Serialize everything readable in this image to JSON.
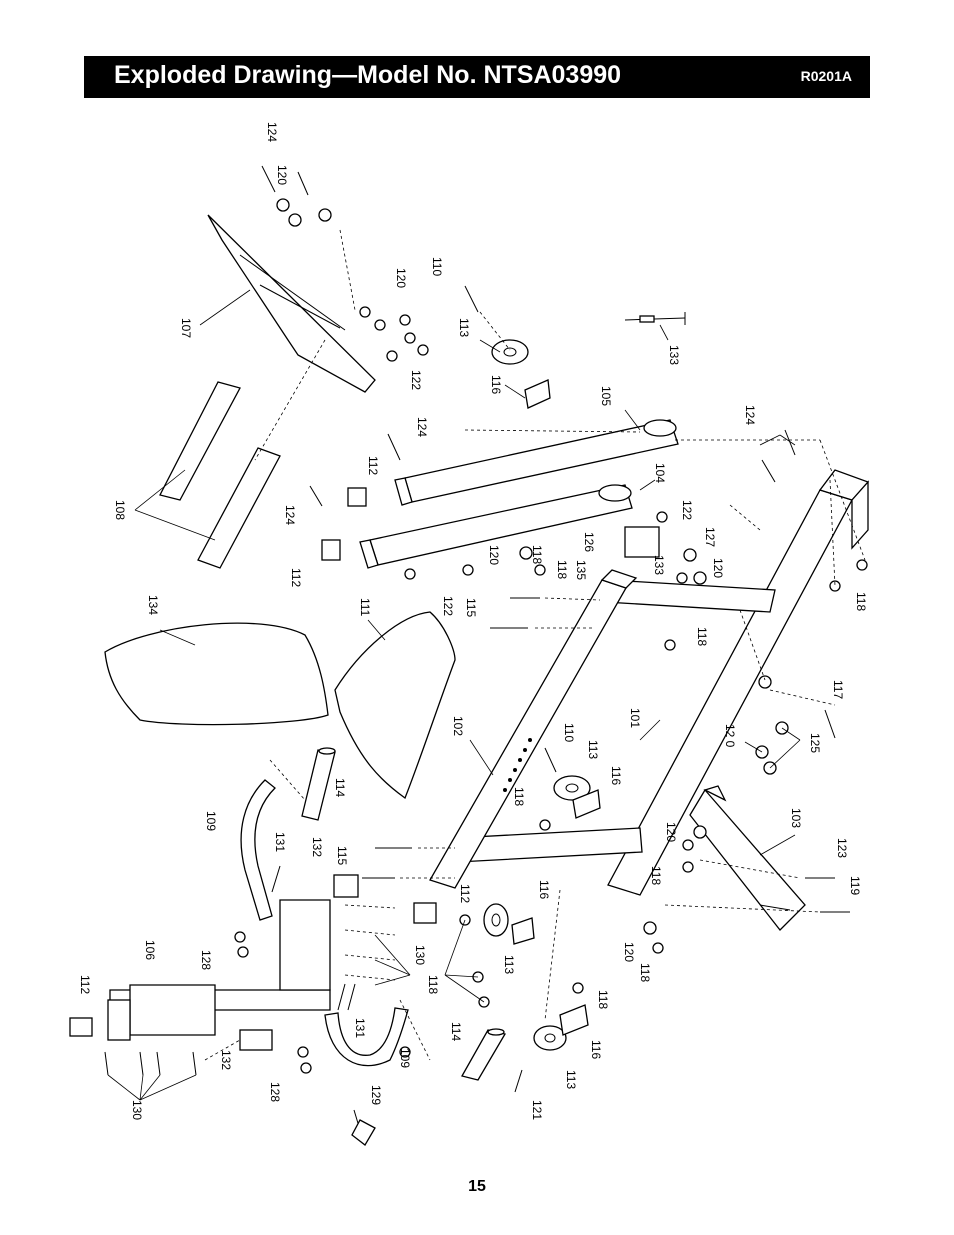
{
  "header": {
    "title": "Exploded Drawing—Model No. NTSA03990",
    "code": "R0201A"
  },
  "page_number": "15",
  "callouts": {
    "p101": "101",
    "p102": "102",
    "p103": "103",
    "p104": "104",
    "p105": "105",
    "p106": "106",
    "p107": "107",
    "p108": "108",
    "p109a": "109",
    "p109b": "109",
    "p110a": "110",
    "p110b": "110",
    "p111": "111",
    "p112a": "112",
    "p112b": "112",
    "p112c": "112",
    "p112d": "112",
    "p113a": "113",
    "p113b": "113",
    "p113c": "113",
    "p113d": "113",
    "p114a": "114",
    "p114b": "114",
    "p115a": "115",
    "p115b": "115",
    "p116a": "116",
    "p116b": "116",
    "p116c": "116",
    "p116d": "116",
    "p117": "117",
    "p118a": "118",
    "p118b": "118",
    "p118c": "118",
    "p118d": "118",
    "p118e": "118",
    "p118f": "118",
    "p118g": "118",
    "p118h": "118",
    "p118i": "118",
    "p119": "119",
    "p120a": "120",
    "p120b": "120",
    "p120c": "120",
    "p120d": "120",
    "p120e": "120",
    "p120f": "12 0",
    "p120g": "120",
    "p121": "121",
    "p122a": "122",
    "p122b": "122",
    "p122c": "122",
    "p123": "123",
    "p124a": "124",
    "p124b": "124",
    "p124c": "124",
    "p124d": "124",
    "p125": "125",
    "p126": "126",
    "p127": "127",
    "p128a": "128",
    "p128b": "128",
    "p129": "129",
    "p130a": "130",
    "p130b": "130",
    "p131a": "131",
    "p131b": "131",
    "p132a": "132",
    "p132b": "132",
    "p133a": "133",
    "p133b": "133",
    "p134": "134",
    "p135": "135"
  }
}
